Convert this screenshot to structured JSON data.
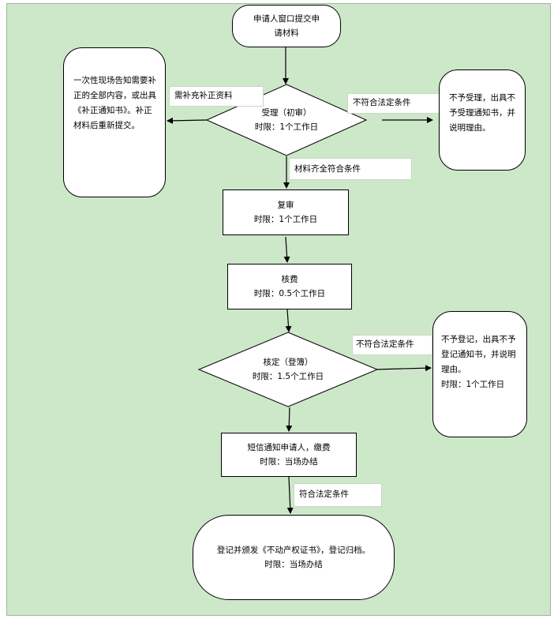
{
  "start": "申请人窗口提交申请材料",
  "left_note": [
    "一次性现场告知需要补正的全部内容，或出具《补正通知书》。补正材料后重新提交。"
  ],
  "label_need_supplement": "需补充补正资料",
  "accept": {
    "title": "受理（初审）",
    "limit": "时限：1个工作日"
  },
  "label_not_legal_1": "不符合法定条件",
  "reject_accept": "不予受理，出具不予受理通知书，并说明理由。",
  "label_complete": "材料齐全符合条件",
  "review": {
    "title": "复审",
    "limit": "时限：1个工作日"
  },
  "fee": {
    "title": "核费",
    "limit": "时限：0.5个工作日"
  },
  "verify": {
    "title": "核定（登簿）",
    "limit": "时限：1.5个工作日"
  },
  "label_not_legal_2": "不符合法定条件",
  "reject_register": {
    "text": "不予登记，出具不予登记通知书，并说明理由。",
    "limit": "时限：1个工作日"
  },
  "sms": {
    "title": "短信通知申请人，缴费",
    "limit": "时限：当场办结"
  },
  "label_legal": "符合法定条件",
  "end": {
    "title": "登记并颁发《不动产权证书》，登记归档。",
    "limit": "时限：当场办结"
  }
}
